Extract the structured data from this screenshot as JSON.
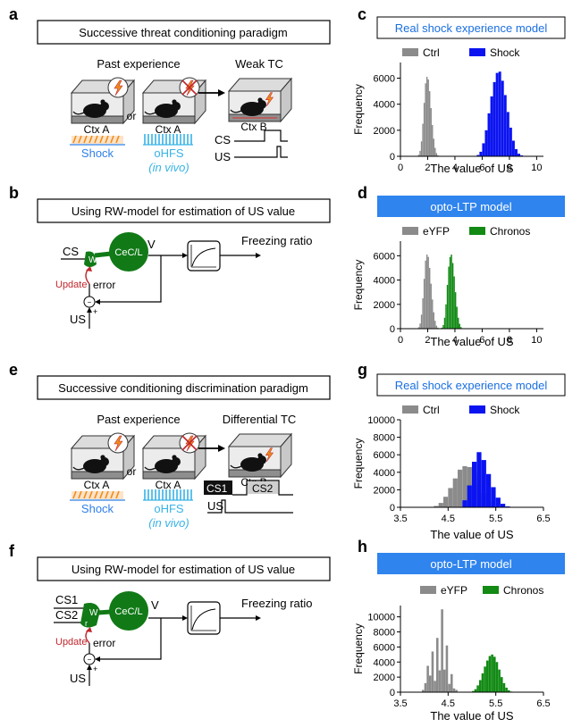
{
  "panels": {
    "a": {
      "letter": "a",
      "box_title": "Successive threat conditioning paradigm",
      "past_label": "Past experience",
      "next_label": "Weak TC",
      "ctx_left": "Ctx A",
      "or_text": "or",
      "ctx_mid": "Ctx A",
      "ctx_right": "Ctx B",
      "shock_label": "Shock",
      "ohfs_label": "oHFS",
      "in_vivo": "(in vivo)",
      "cs_label": "CS",
      "us_label": "US"
    },
    "b": {
      "letter": "b",
      "box_title": "Using RW-model for estimation of US value",
      "cs_label": "CS",
      "w_label": "W",
      "cec_label": "CeC/L",
      "v_label": "V",
      "freezing_label": "Freezing ratio",
      "update_label": "Update",
      "error_label": "error",
      "us_label": "US",
      "plus_sign": "+",
      "minus_sign": "−"
    },
    "e": {
      "letter": "e",
      "box_title": "Successive conditioning discrimination paradigm",
      "past_label": "Past experience",
      "next_label": "Differential TC",
      "ctx_left": "Ctx A",
      "or_text": "or",
      "ctx_mid": "Ctx A",
      "ctx_right": "Ctx B",
      "shock_label": "Shock",
      "ohfs_label": "oHFS",
      "in_vivo": "(in vivo)",
      "cs1_label": "CS1",
      "cs2_label": "CS2",
      "us_label": "US"
    },
    "f": {
      "letter": "f",
      "box_title": "Using RW-model for estimation of US value",
      "cs1_label": "CS1",
      "cs2_label": "CS2",
      "w_label": "W",
      "r_label": "r",
      "cec_label": "CeC/L",
      "v_label": "V",
      "freezing_label": "Freezing ratio",
      "update_label": "Update",
      "error_label": "error",
      "us_label": "US",
      "plus_sign": "+",
      "minus_sign": "−"
    }
  },
  "colors": {
    "shock_blue": "#2f7fe8",
    "ohfs_cyan": "#37b3e6",
    "update_red": "#c0262c",
    "node_green": "#117a17",
    "title_blue": "#1a6fe0",
    "banner_blue": "#2f84ee",
    "ctrl_gray": "#8b8b8b",
    "shock_series_blue": "#0b14f0",
    "chronos_green": "#128a14",
    "bolt_orange": "#f08c1c"
  },
  "chart_data": [
    {
      "panel": "c",
      "type": "histogram",
      "title": "Real shock experience model",
      "title_style": "outlined",
      "xlabel": "The value of US",
      "ylabel": "Frequency",
      "xlim": [
        0,
        10.5
      ],
      "ylim": [
        0,
        7200
      ],
      "xticks": [
        0,
        2,
        4,
        6,
        8,
        10
      ],
      "yticks": [
        0,
        2000,
        4000,
        6000
      ],
      "legend": "top",
      "series": [
        {
          "name": "Ctrl",
          "color": "#8b8b8b",
          "bins": [
            [
              1.3,
              1.4,
              120
            ],
            [
              1.4,
              1.5,
              420
            ],
            [
              1.5,
              1.6,
              1150
            ],
            [
              1.6,
              1.7,
              2500
            ],
            [
              1.7,
              1.8,
              4100
            ],
            [
              1.8,
              1.9,
              5600
            ],
            [
              1.9,
              2.0,
              6100
            ],
            [
              2.0,
              2.1,
              5900
            ],
            [
              2.1,
              2.2,
              5000
            ],
            [
              2.2,
              2.3,
              3700
            ],
            [
              2.3,
              2.4,
              2400
            ],
            [
              2.4,
              2.5,
              1350
            ],
            [
              2.5,
              2.6,
              650
            ],
            [
              2.6,
              2.7,
              250
            ],
            [
              2.7,
              2.8,
              80
            ]
          ]
        },
        {
          "name": "Shock",
          "color": "#0b14f0",
          "bins": [
            [
              5.6,
              5.8,
              100
            ],
            [
              5.8,
              6.0,
              350
            ],
            [
              6.0,
              6.2,
              1000
            ],
            [
              6.2,
              6.4,
              2000
            ],
            [
              6.4,
              6.6,
              3300
            ],
            [
              6.6,
              6.8,
              4600
            ],
            [
              6.8,
              7.0,
              5700
            ],
            [
              7.0,
              7.2,
              6400
            ],
            [
              7.2,
              7.4,
              6500
            ],
            [
              7.4,
              7.6,
              5800
            ],
            [
              7.6,
              7.8,
              4700
            ],
            [
              7.8,
              8.0,
              3400
            ],
            [
              8.0,
              8.2,
              2200
            ],
            [
              8.2,
              8.4,
              1200
            ],
            [
              8.4,
              8.6,
              550
            ],
            [
              8.6,
              8.8,
              200
            ],
            [
              8.8,
              9.0,
              70
            ]
          ]
        }
      ]
    },
    {
      "panel": "d",
      "type": "histogram",
      "title": "opto-LTP model",
      "title_style": "banner",
      "xlabel": "The value of US",
      "ylabel": "Frequency",
      "xlim": [
        0,
        10.5
      ],
      "ylim": [
        0,
        7200
      ],
      "xticks": [
        0,
        2,
        4,
        6,
        8,
        10
      ],
      "yticks": [
        0,
        2000,
        4000,
        6000
      ],
      "legend": "top",
      "series": [
        {
          "name": "eYFP",
          "color": "#8b8b8b",
          "bins": [
            [
              1.3,
              1.4,
              120
            ],
            [
              1.4,
              1.5,
              420
            ],
            [
              1.5,
              1.6,
              1150
            ],
            [
              1.6,
              1.7,
              2500
            ],
            [
              1.7,
              1.8,
              4100
            ],
            [
              1.8,
              1.9,
              5600
            ],
            [
              1.9,
              2.0,
              6100
            ],
            [
              2.0,
              2.1,
              5900
            ],
            [
              2.1,
              2.2,
              5000
            ],
            [
              2.2,
              2.3,
              3700
            ],
            [
              2.3,
              2.4,
              2400
            ],
            [
              2.4,
              2.5,
              1350
            ],
            [
              2.5,
              2.6,
              650
            ],
            [
              2.6,
              2.7,
              250
            ],
            [
              2.7,
              2.8,
              80
            ]
          ]
        },
        {
          "name": "Chronos",
          "color": "#128a14",
          "bins": [
            [
              3.0,
              3.1,
              80
            ],
            [
              3.1,
              3.2,
              300
            ],
            [
              3.2,
              3.3,
              900
            ],
            [
              3.3,
              3.4,
              2000
            ],
            [
              3.4,
              3.5,
              3600
            ],
            [
              3.5,
              3.6,
              5100
            ],
            [
              3.6,
              3.7,
              5900
            ],
            [
              3.7,
              3.8,
              6100
            ],
            [
              3.8,
              3.9,
              5400
            ],
            [
              3.9,
              4.0,
              4300
            ],
            [
              4.0,
              4.1,
              3000
            ],
            [
              4.1,
              4.2,
              1800
            ],
            [
              4.2,
              4.3,
              900
            ],
            [
              4.3,
              4.4,
              400
            ],
            [
              4.4,
              4.5,
              130
            ]
          ]
        }
      ]
    },
    {
      "panel": "g",
      "type": "histogram",
      "title": "Real shock experience model",
      "title_style": "outlined",
      "xlabel": "The value of US",
      "ylabel": "Frequency",
      "xlim": [
        3.5,
        6.5
      ],
      "ylim": [
        0,
        10000
      ],
      "xticks": [
        3.5,
        4.5,
        5.5,
        6.5
      ],
      "yticks": [
        0,
        2000,
        4000,
        6000,
        8000,
        10000
      ],
      "legend": "top",
      "series": [
        {
          "name": "Ctrl",
          "color": "#8b8b8b",
          "bins": [
            [
              4.2,
              4.3,
              150
            ],
            [
              4.3,
              4.4,
              500
            ],
            [
              4.4,
              4.5,
              1200
            ],
            [
              4.5,
              4.6,
              2200
            ],
            [
              4.6,
              4.7,
              3300
            ],
            [
              4.7,
              4.8,
              4300
            ],
            [
              4.8,
              4.9,
              4700
            ],
            [
              4.9,
              5.0,
              4600
            ],
            [
              5.0,
              5.1,
              3900
            ],
            [
              5.1,
              5.2,
              2800
            ],
            [
              5.2,
              5.3,
              1600
            ],
            [
              5.3,
              5.4,
              700
            ],
            [
              5.4,
              5.5,
              200
            ]
          ]
        },
        {
          "name": "Shock",
          "color": "#0b14f0",
          "bins": [
            [
              4.8,
              4.9,
              800
            ],
            [
              4.9,
              5.0,
              2500
            ],
            [
              5.0,
              5.1,
              5200
            ],
            [
              5.1,
              5.2,
              6300
            ],
            [
              5.2,
              5.3,
              5400
            ],
            [
              5.3,
              5.4,
              3800
            ],
            [
              5.4,
              5.5,
              2300
            ],
            [
              5.5,
              5.6,
              1100
            ],
            [
              5.6,
              5.7,
              400
            ],
            [
              5.7,
              5.8,
              100
            ]
          ]
        }
      ]
    },
    {
      "panel": "h",
      "type": "histogram",
      "title": "opto-LTP model",
      "title_style": "banner",
      "xlabel": "The value of US",
      "ylabel": "Frequency",
      "xlim": [
        3.5,
        6.5
      ],
      "ylim": [
        0,
        11500
      ],
      "xticks": [
        3.5,
        4.5,
        5.5,
        6.5
      ],
      "yticks": [
        0,
        2000,
        4000,
        6000,
        8000,
        10000
      ],
      "legend": "top",
      "series": [
        {
          "name": "eYFP",
          "color": "#8b8b8b",
          "bins": [
            [
              3.95,
              4.0,
              300
            ],
            [
              4.0,
              4.05,
              1200
            ],
            [
              4.05,
              4.1,
              3500
            ],
            [
              4.1,
              4.15,
              2200
            ],
            [
              4.15,
              4.2,
              5400
            ],
            [
              4.2,
              4.25,
              1500
            ],
            [
              4.25,
              4.3,
              7200
            ],
            [
              4.3,
              4.35,
              2900
            ],
            [
              4.35,
              4.4,
              11000
            ],
            [
              4.4,
              4.45,
              3000
            ],
            [
              4.45,
              4.5,
              6200
            ],
            [
              4.5,
              4.55,
              1100
            ],
            [
              4.55,
              4.6,
              2400
            ],
            [
              4.6,
              4.65,
              500
            ],
            [
              4.65,
              4.7,
              300
            ]
          ]
        },
        {
          "name": "Chronos",
          "color": "#128a14",
          "bins": [
            [
              5.0,
              5.05,
              150
            ],
            [
              5.05,
              5.1,
              400
            ],
            [
              5.1,
              5.15,
              900
            ],
            [
              5.15,
              5.2,
              1600
            ],
            [
              5.2,
              5.25,
              2500
            ],
            [
              5.25,
              5.3,
              3400
            ],
            [
              5.3,
              5.35,
              4200
            ],
            [
              5.35,
              5.4,
              4800
            ],
            [
              5.4,
              5.45,
              5000
            ],
            [
              5.45,
              5.5,
              4700
            ],
            [
              5.5,
              5.55,
              4000
            ],
            [
              5.55,
              5.6,
              3000
            ],
            [
              5.6,
              5.65,
              2000
            ],
            [
              5.65,
              5.7,
              1200
            ],
            [
              5.7,
              5.75,
              600
            ],
            [
              5.75,
              5.8,
              250
            ],
            [
              5.8,
              5.85,
              80
            ]
          ]
        }
      ]
    }
  ]
}
